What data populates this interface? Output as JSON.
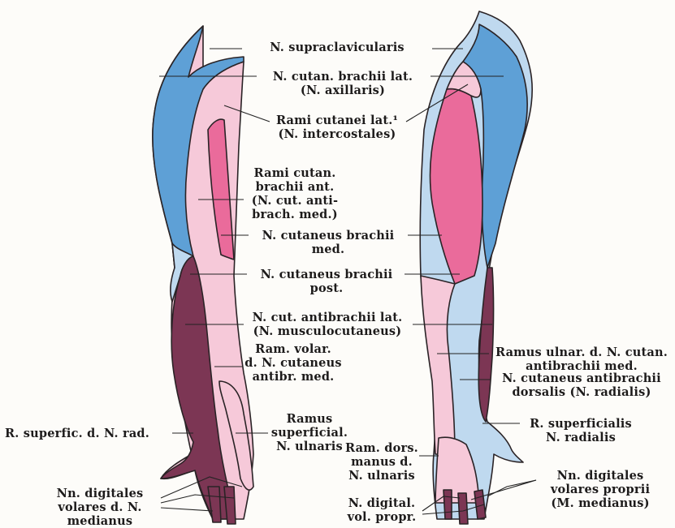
{
  "colors": {
    "blue": "#5ea0d6",
    "light_pink": "#f6c9d9",
    "pink": "#ea6b9b",
    "maroon": "#7c3654",
    "pale_blue": "#bfd9ef"
  },
  "labels": {
    "supraclavicularis": "N. supraclavicularis",
    "axillaris_1": "N. cutan. brachii lat.",
    "axillaris_2": "(N. axillaris)",
    "intercostales_1": "Rami cutanei lat.¹",
    "intercostales_2": "(N. intercostales)",
    "rami_ant_1": "Rami cutan.",
    "rami_ant_2": "brachii ant.",
    "rami_ant_3": "(N. cut. anti-",
    "rami_ant_4": "brach. med.)",
    "brachii_med_1": "N. cutaneus brachii",
    "brachii_med_2": "med.",
    "brachii_post_1": "N. cutaneus brachii",
    "brachii_post_2": "post.",
    "musculo_1": "N. cut. antibrachii lat.",
    "musculo_2": "(N. musculocutaneus)",
    "ram_volar_1": "Ram. volar.",
    "ram_volar_2": "d. N. cutaneus",
    "ram_volar_3": "antibr. med.",
    "ramus_ulnar_1": "Ramus ulnar. d. N. cutan.",
    "ramus_ulnar_2": "antibrachii med.",
    "dorsalis_1": "N. cutaneus antibrachii",
    "dorsalis_2": "dorsalis (N. radialis)",
    "r_superfic_rad": "R. superfic. d. N. rad.",
    "ramus_superficial_1": "Ramus",
    "ramus_superficial_2": "superficial.",
    "ramus_superficial_3": "N. ulnaris",
    "ram_dors_1": "Ram. dors.",
    "ram_dors_2": "manus d.",
    "ram_dors_3": "N. ulnaris",
    "r_superficialis_1": "R. superficialis",
    "r_superficialis_2": "N. radialis",
    "dig_proprii_1": "Nn. digitales",
    "dig_proprii_2": "volares proprii",
    "dig_proprii_3": "(M. medianus)",
    "dig_mediani_1": "Nn. digitales",
    "dig_mediani_2": "volares d. N.",
    "dig_mediani_3": "medianus",
    "dig_vol_1": "N. digital.",
    "dig_vol_2": "vol. propr."
  }
}
